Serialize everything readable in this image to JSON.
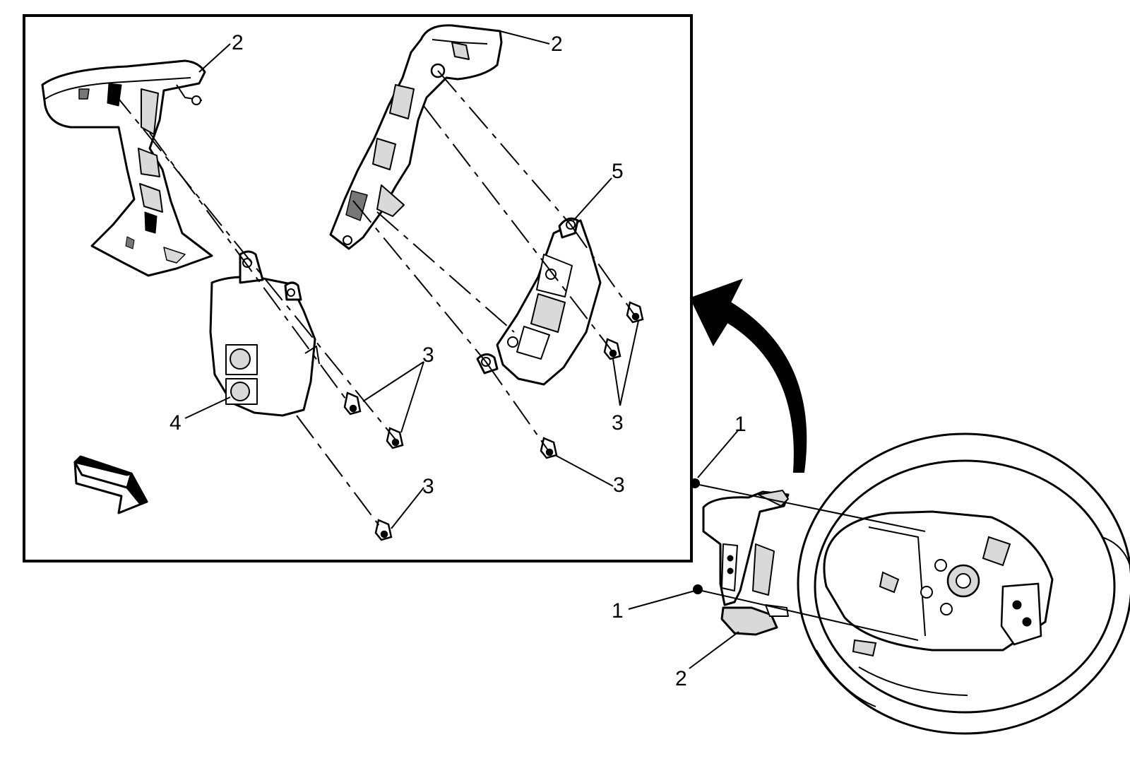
{
  "diagram": {
    "callouts": [
      {
        "id": "c1a",
        "text": "1"
      },
      {
        "id": "c1b",
        "text": "1"
      },
      {
        "id": "c2a",
        "text": "2"
      },
      {
        "id": "c2b",
        "text": "2"
      },
      {
        "id": "c2c",
        "text": "2"
      },
      {
        "id": "c3a",
        "text": "3"
      },
      {
        "id": "c3b",
        "text": "3"
      },
      {
        "id": "c3c",
        "text": "3"
      },
      {
        "id": "c3d",
        "text": "3"
      },
      {
        "id": "c4",
        "text": "4"
      },
      {
        "id": "c5",
        "text": "5"
      }
    ],
    "colors": {
      "line": "#000000",
      "fill": "#ffffff",
      "shade": "#d9d9d9"
    }
  }
}
